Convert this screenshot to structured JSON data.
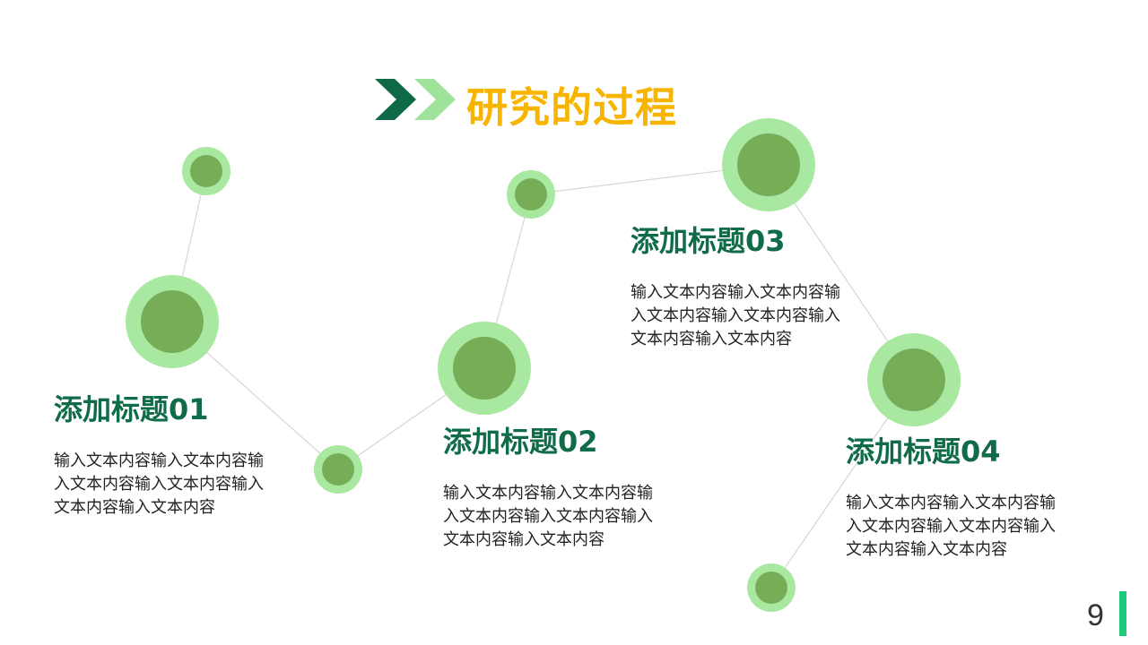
{
  "title": "研究的过程",
  "colors": {
    "title": "#f7b500",
    "heading": "#0f6b48",
    "outer": "#a8e8a0",
    "inner": "#78ad58",
    "line": "#d6d6d6",
    "chevron_dark": "#0e6a46",
    "chevron_light": "#9fe39a",
    "page_bar": "#1ec97a"
  },
  "items": [
    {
      "heading": "添加标题01",
      "body": "输入文本内容输入文本内容输入文本内容输入文本内容输入文本内容输入文本内容"
    },
    {
      "heading": "添加标题02",
      "body": "输入文本内容输入文本内容输入文本内容输入文本内容输入文本内容输入文本内容"
    },
    {
      "heading": "添加标题03",
      "body": "输入文本内容输入文本内容输入文本内容输入文本内容输入文本内容输入文本内容"
    },
    {
      "heading": "添加标题04",
      "body": "输入文本内容输入文本内容输入文本内容输入文本内容输入文本内容输入文本内容"
    }
  ],
  "page_number": "9"
}
